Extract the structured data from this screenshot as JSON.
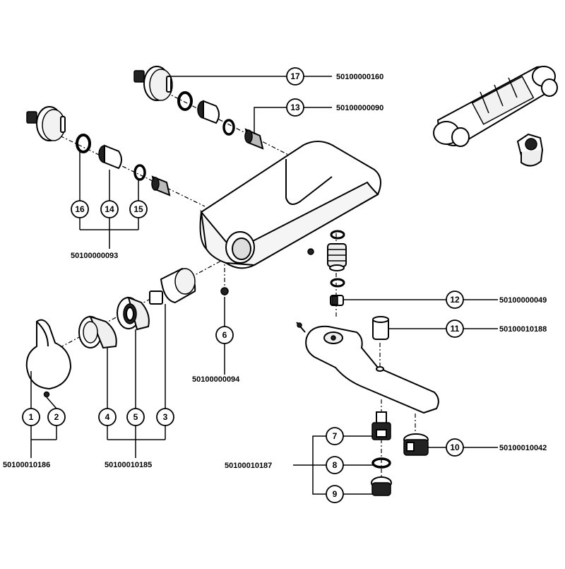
{
  "callouts": {
    "c1": "1",
    "c2": "2",
    "c3": "3",
    "c4": "4",
    "c5": "5",
    "c6": "6",
    "c7": "7",
    "c8": "8",
    "c9": "9",
    "c10": "10",
    "c11": "11",
    "c12": "12",
    "c13": "13",
    "c14": "14",
    "c15": "15",
    "c16": "16",
    "c17": "17"
  },
  "part_numbers": {
    "p17": "50100000160",
    "p13": "50100000090",
    "p12": "50100000049",
    "p11": "50100010188",
    "p10": "50100010042",
    "group_16_14_15": "50100000093",
    "p6": "50100000094",
    "group_1_2": "50100010186",
    "group_4_5_3": "50100010185",
    "group_7_8_9": "50100010187"
  }
}
